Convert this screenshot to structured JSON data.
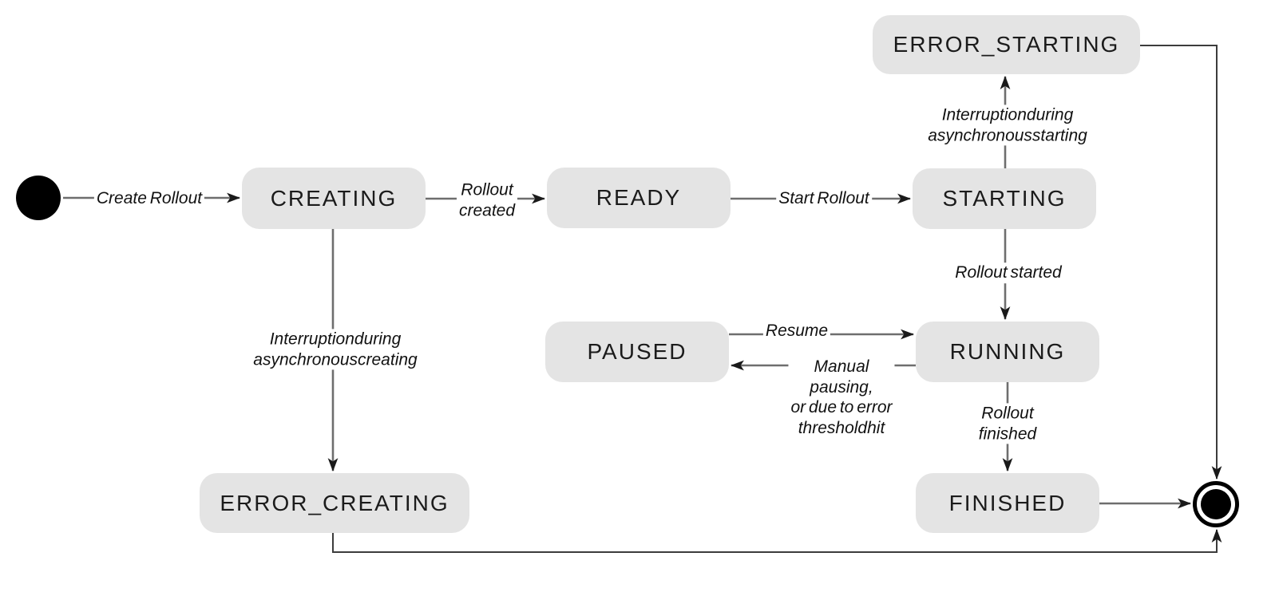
{
  "diagram": {
    "type": "state-machine",
    "background": "#ffffff",
    "states": [
      {
        "id": "creating",
        "label": "CREATING"
      },
      {
        "id": "ready",
        "label": "READY"
      },
      {
        "id": "starting",
        "label": "STARTING"
      },
      {
        "id": "error-starting",
        "label": "ERROR_STARTING"
      },
      {
        "id": "paused",
        "label": "PAUSED"
      },
      {
        "id": "running",
        "label": "RUNNING"
      },
      {
        "id": "finished",
        "label": "FINISHED"
      },
      {
        "id": "error-creating",
        "label": "ERROR_CREATING"
      }
    ],
    "markers": {
      "initial": "filled-circle",
      "final": "double-circle"
    },
    "transitions": [
      {
        "from": "initial",
        "to": "creating",
        "label": "Create Rollout",
        "label_display": "Create Rollout"
      },
      {
        "from": "creating",
        "to": "ready",
        "label": "Rollout created",
        "label_display": "Rollout\ncreated"
      },
      {
        "from": "ready",
        "to": "starting",
        "label": "Start Rollout",
        "label_display": "Start Rollout"
      },
      {
        "from": "starting",
        "to": "error-starting",
        "label": "Interruptionduring asynchronousstarting",
        "label_display": "Interruptionduring\nasynchronousstarting"
      },
      {
        "from": "starting",
        "to": "running",
        "label": "Rollout started",
        "label_display": "Rollout started"
      },
      {
        "from": "paused",
        "to": "running",
        "label": "Resume",
        "label_display": "Resume"
      },
      {
        "from": "running",
        "to": "paused",
        "label": "Manual pausing, or due to error thresholdhit",
        "label_display": "Manual\npausing,\nor due to error\nthresholdhit"
      },
      {
        "from": "running",
        "to": "finished",
        "label": "Rollout finished",
        "label_display": "Rollout\nfinished"
      },
      {
        "from": "creating",
        "to": "error-creating",
        "label": "Interruptionduring asynchronouscreating",
        "label_display": "Interruptionduring\nasynchronouscreating"
      },
      {
        "from": "finished",
        "to": "final",
        "label": ""
      },
      {
        "from": "error-starting",
        "to": "final",
        "label": ""
      },
      {
        "from": "error-creating",
        "to": "final",
        "label": ""
      }
    ],
    "colors": {
      "state_fill": "#e4e4e4",
      "state_text": "#1b1b1b",
      "transition_line": "#6e6e6e",
      "route_line": "#3c3c3c",
      "arrowhead": "#1a1a1a",
      "terminal": "#000000",
      "label_text": "#111111"
    }
  }
}
